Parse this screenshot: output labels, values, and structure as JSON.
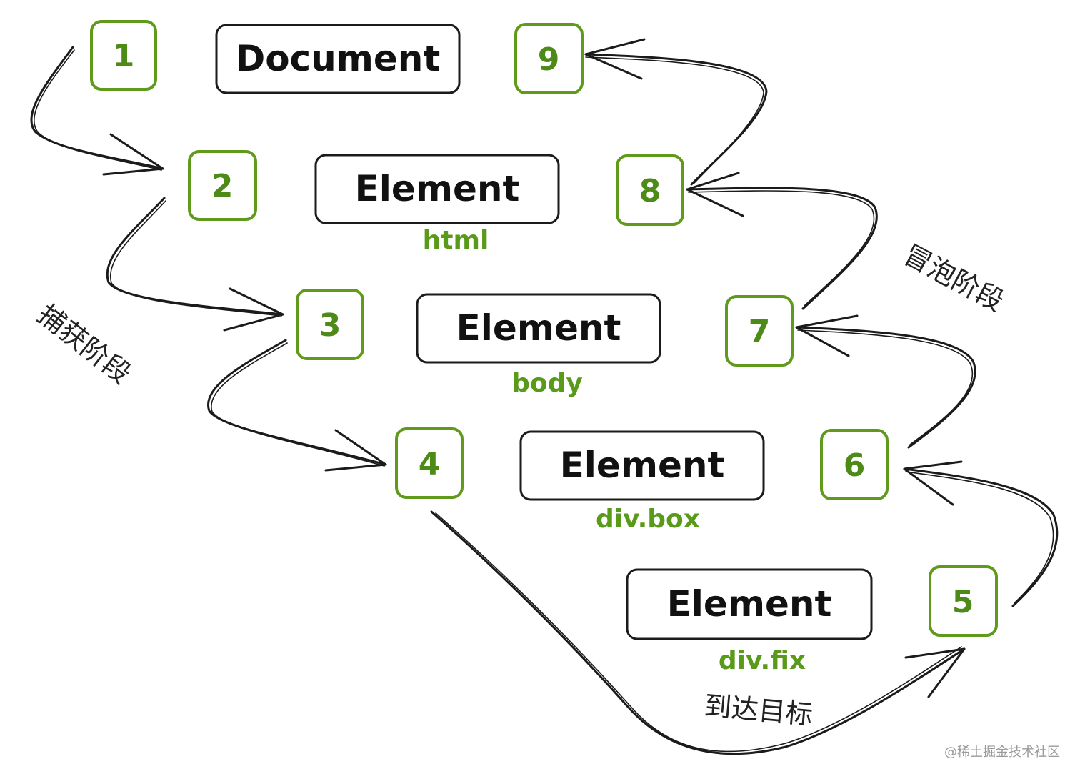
{
  "colors": {
    "accent_green": "#5f9a1c",
    "number_green": "#4d8a17",
    "ink": "#1b1b1b",
    "background": "#ffffff"
  },
  "nodes": [
    {
      "label": "Document",
      "tag": ""
    },
    {
      "label": "Element",
      "tag": "html"
    },
    {
      "label": "Element",
      "tag": "body"
    },
    {
      "label": "Element",
      "tag": "div.box"
    },
    {
      "label": "Element",
      "tag": "div.fix"
    }
  ],
  "steps": [
    "1",
    "2",
    "3",
    "4",
    "5",
    "6",
    "7",
    "8",
    "9"
  ],
  "phases": {
    "capture": "捕获阶段",
    "bubble": "冒泡阶段",
    "target": "到达目标"
  },
  "watermark": "@稀土掘金技术社区"
}
